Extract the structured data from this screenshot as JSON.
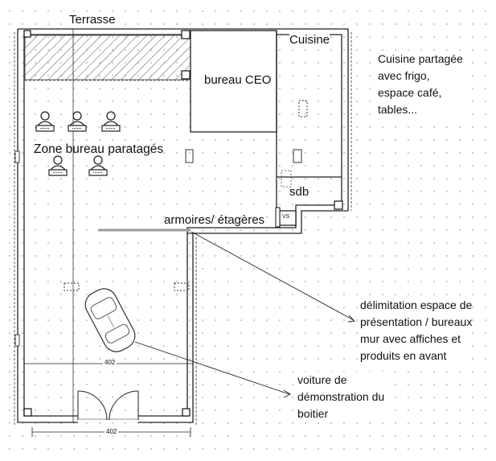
{
  "labels": {
    "terrasse": "Terrasse",
    "cuisine": "Cuisine",
    "bureau_ceo": "bureau CEO",
    "zone_bureau": "Zone bureau paratagés",
    "sdb": "sdb",
    "armoires": "armoires/ étagères",
    "vs": "VS",
    "dim_inner": "402",
    "dim_bottom": "402"
  },
  "notes": {
    "cuisine": "Cuisine partagée\navec frigo,\nespace café,\ntables...",
    "delimitation": "délimitation espace de\nprésentation / bureaux\nmur avec affiches et\nproduits en avant",
    "voiture": "voiture de\ndémonstration du\nboitier"
  },
  "icons": [
    "person-desk-icon",
    "car-icon",
    "double-door-icon"
  ]
}
